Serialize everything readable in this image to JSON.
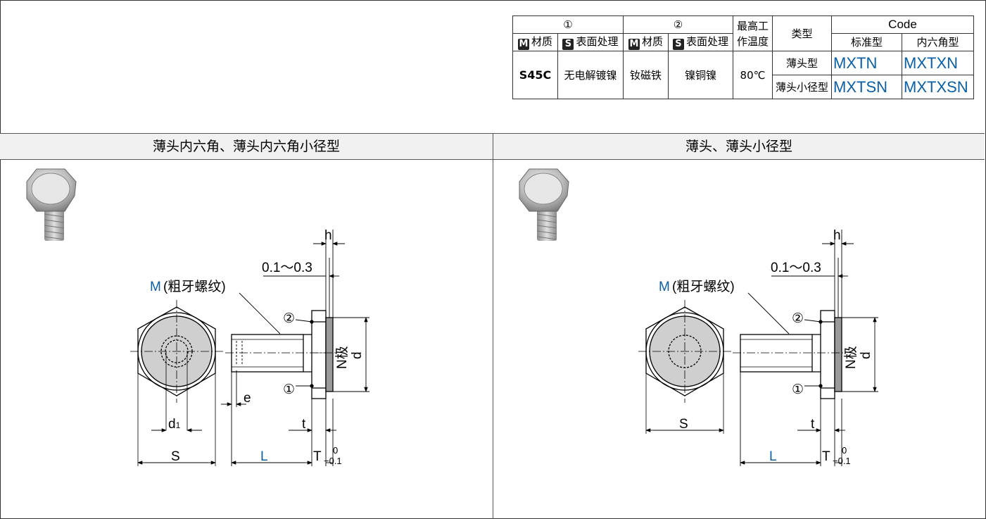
{
  "table": {
    "part1": "①",
    "part2": "②",
    "max_temp_header": "最高工作温度",
    "type_header": "类型",
    "code_header": "Code",
    "material_label": "材质",
    "surface_label": "表面处理",
    "badge_m": "M",
    "badge_s": "S",
    "std_header": "标准型",
    "hex_header": "内六角型",
    "material1": "S45C",
    "surface1": "无电解镀镍",
    "material2": "钕磁铁",
    "surface2": "镍铜镍",
    "max_temp": "80℃",
    "rows": [
      {
        "type": "薄头型",
        "std": "MXTN",
        "hex": "MXTXN"
      },
      {
        "type": "薄头小径型",
        "std": "MXTSN",
        "hex": "MXTXSN"
      }
    ]
  },
  "left_panel": {
    "title": "薄头内六角、薄头内六角小径型",
    "labels": {
      "h": "h",
      "gap": "0.1～0.3",
      "m": "M",
      "m_note": "(粗牙螺纹)",
      "c2": "②",
      "c1": "①",
      "n": "N极",
      "d": "d",
      "e": "e",
      "d1": "d",
      "d1_sub": "1",
      "t": "t",
      "s": "S",
      "l": "L",
      "T": "T",
      "tol_top": "0",
      "tol_bot": "−0.1"
    }
  },
  "right_panel": {
    "title": "薄头、薄头小径型",
    "labels": {
      "h": "h",
      "gap": "0.1～0.3",
      "m": "M",
      "m_note": "(粗牙螺纹)",
      "c2": "②",
      "c1": "①",
      "n": "N极",
      "d": "d",
      "t": "t",
      "s": "S",
      "l": "L",
      "T": "T",
      "tol_top": "0",
      "tol_bot": "−0.1"
    }
  }
}
